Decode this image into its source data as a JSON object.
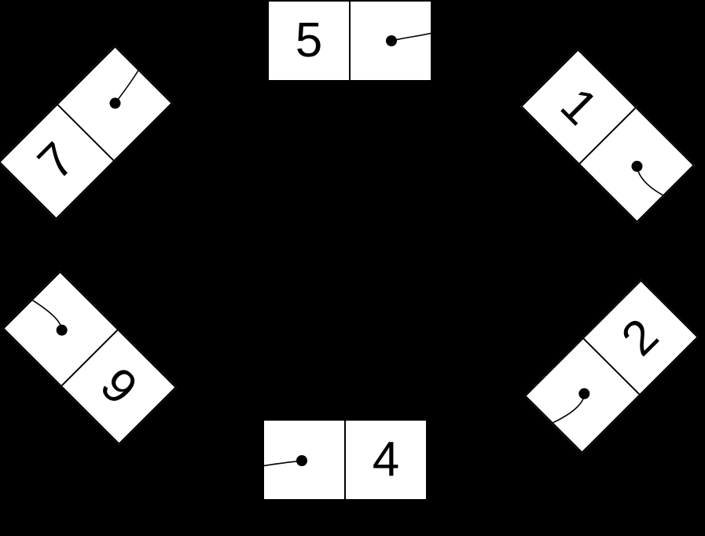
{
  "diagram": {
    "type": "circular-linked-list",
    "colors": {
      "background": "#000000",
      "node_fill": "#ffffff",
      "line": "#000000",
      "text": "#000000"
    },
    "sequence": [
      "5",
      "1",
      "2",
      "4",
      "9",
      "7"
    ],
    "nodes": [
      {
        "id": "node-5",
        "value": "5",
        "rotation": 0,
        "cell_order": "data-first",
        "position": "top-center"
      },
      {
        "id": "node-1",
        "value": "1",
        "rotation": 45,
        "cell_order": "data-first",
        "position": "upper-right"
      },
      {
        "id": "node-2",
        "value": "2",
        "rotation": -45,
        "cell_order": "pointer-first",
        "position": "lower-right"
      },
      {
        "id": "node-4",
        "value": "4",
        "rotation": 0,
        "cell_order": "pointer-first",
        "position": "bottom-center"
      },
      {
        "id": "node-9",
        "value": "9",
        "rotation": 45,
        "cell_order": "pointer-first",
        "position": "lower-left"
      },
      {
        "id": "node-7",
        "value": "7",
        "rotation": -45,
        "cell_order": "data-first",
        "position": "upper-left"
      }
    ]
  }
}
